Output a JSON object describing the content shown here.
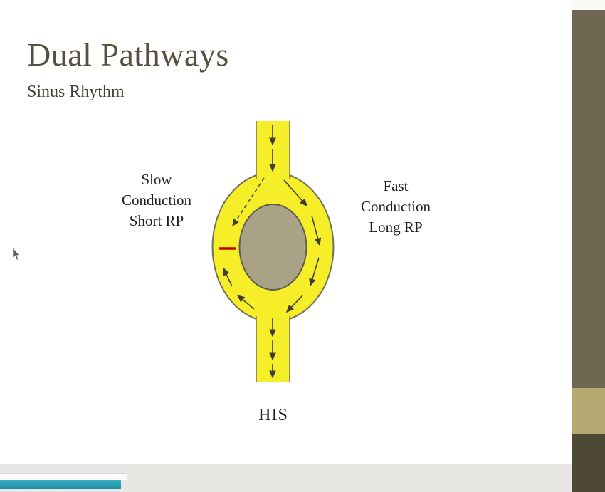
{
  "page": {
    "title": "Dual Pathways",
    "subtitle": "Sinus Rhythm"
  },
  "diagram": {
    "left_label_lines": [
      "Slow",
      "Conduction",
      "Short RP"
    ],
    "right_label_lines": [
      "Fast",
      "Conduction",
      "Long RP"
    ],
    "his_label": "HIS",
    "colors": {
      "pathway_yellow": "#f7ee2a",
      "ring_outline": "#70705f",
      "node_fill": "#a9a287",
      "node_outline": "#5f5c4e",
      "arrow": "#3f3f33",
      "block_red": "#c40000"
    }
  },
  "theme": {
    "sidebar_dark": "#6e6853",
    "sidebar_light": "#b4aa72",
    "sidebar_bottom": "#4d4936",
    "progress_bar_teal": "#2a9bb0"
  }
}
